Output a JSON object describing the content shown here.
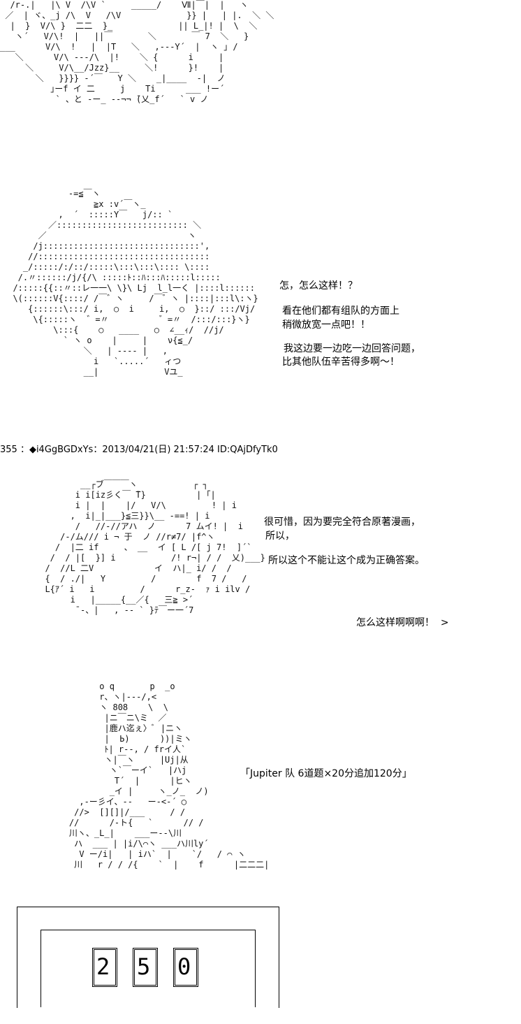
{
  "art": {
    "top": "  /r-.|   |\\ V  /\\V `     _____/    Ⅶ|￣|  |   ヽ\n ／  | ヾ、_j /\\  V   /\\V             }} |   | |.  ＼ ＼\n  |  }  V/\\ }  二二  }_             || L_|! |  \\  ＼\n   ヽ´   V/\\!  |   ||￣       ＼       ￣ 7  ＼   }\n___      V/\\  !   |  |T   ＼   ,---Y´  |  ヽ ｣ /\n   ＼      V/\\ ---/\\  |!    ＼ {      i     |\n     ＼     V/\\__/Jzz}__     ＼!      }!    |\n       ＼   }}}} -´￣   Y ＼    _|____  -|  ノ\n          ｣ーf イ 二     j    Ti      ___ !ー´\n           ` 、と -ー_ --¬¬ ̄(乂_f´   ` v ノ",
    "middle": "             -=≦￣ヽ\n                  ≧x :v´￣ヽ_\n           ,  ´  :::::Y￣   j/:: `\n         ／:::::::::::::::::::::::::: ＼\n       ／                            ヽ\n      /j:::::::::::::::::::::::::::::::',\n     //::::::::::::::::::::::::::::::::::\n    _/:::::/:/::/:::::\\:::\\:::\\:::: \\::::\n   /.〃::::::/j/{/\\ :::::ﾄ::ﾊ:::ﾊ:::::l:::::\n  /:::::{{::〃::レ一一\\ \\}\\ Lj  l_l一く |::::l::::::\n  \\(::::::V{::::/ /￣゛ヽ     /￣゛ヽ |::::|:::l\\:ヽ}\n     {::::::\\:::/ i,  ○  i     i,  ○  }::/ :::/Vj/\n      \\{:::::ヽ  ゛=〃          ゛=〃  /:::/:::}ヽ}\n          \\:::{    ○   ____   ○  ∠__ｨ/  //j/\n            ` ヽ o    |     |    ν{≦_/\n                ＼   | ---- |   ,\n                  i   `.....´   ィつ\n                __|             Vユ_",
    "lower": "         __┌ブ￣￣￣ヽ           ┌ ┐\n        i i[iz彡く￣ ̄T}          | ｢|\n        i |  |    |/   V/\\         ! | i\n       ,  i|_|___}≦三}}\\__ -==! | i\n        /   //-//アハ  ノ      7 ムイ! |  i\n     /-/ム/// i ¬ 于  ノ //r≠7/ |f^ヽ\n    /  |二 if     、 __  イ [ L /[ j 7!  ]´`\n   /  / |[  }] i           /! r¬| / /  乂)___}\n  /  //L 二V            イ  ハ|_ i/ /  /\n  {  / ./|   Y         /        f  7 /   /\n  L{ｱ´ i   i         /      r_z-  ｧ i ilv /\n       i   |_____{__／{   三≧ >´\n        ¯-、|   , -- ` }ﾃ￣ー一´7",
    "bottom": "          o q       p  _o\n          r、ヽ|---/,<\n          ヽ 808    \\  \\\n           |ニ￣ニ\\ミ  ／\n           |鹿ハ迄ぇ〉ﾞ |ニヽ\n           |  Ь)      ))|ミヽ\n           ﾄ| r--, / frイ人`\n           ヽ|￣ヽ     |Uj|从\n            ヽ`￣ーイ`   |ハj\n             T´  |      |ヒヽ\n            _イ |     ヽ_ノ_  ノ)\n      ,-ー彡イ、--   ー-<-´ ◯\n     //>  [][]|/___     / /\n    //      /-ト{   `      // /\n    川ヽ、_L_|    ___ー--\\川\n     ハ  ___ | |i/\\⌒ヽ ___ハ川ly´\n      V ー/i|   | iハ`  |    `/   / ⌒ ヽ\n     川   r / / /{    `  |    f      |二二二|"
  },
  "dialogue": {
    "block1": "怎，怎么这样！？",
    "block2_line1": "看在他们都有组队的方面上",
    "block2_line2": "稍微放宽一点吧！！",
    "block3_line1": "我这边要一边吃一边回答问题，",
    "block3_line2": "比其他队伍辛苦得多啊～！",
    "block4_line1": "很可惜，因为要完全符合原著漫画，",
    "block4_line2": "所以，",
    "block5": "所以这个不能让这个成为正确答案。",
    "block6": "怎么这样啊啊啊！  >",
    "block7": "「Jupiter 队 6道题×20分追加120分」"
  },
  "post": {
    "header": "355 ：◆i4GgBGDxYs：2013/04/21(日) 21:57:24 ID:QAjDfyTk0"
  },
  "scoreboard": {
    "digits": [
      "2",
      "5",
      "0"
    ]
  }
}
